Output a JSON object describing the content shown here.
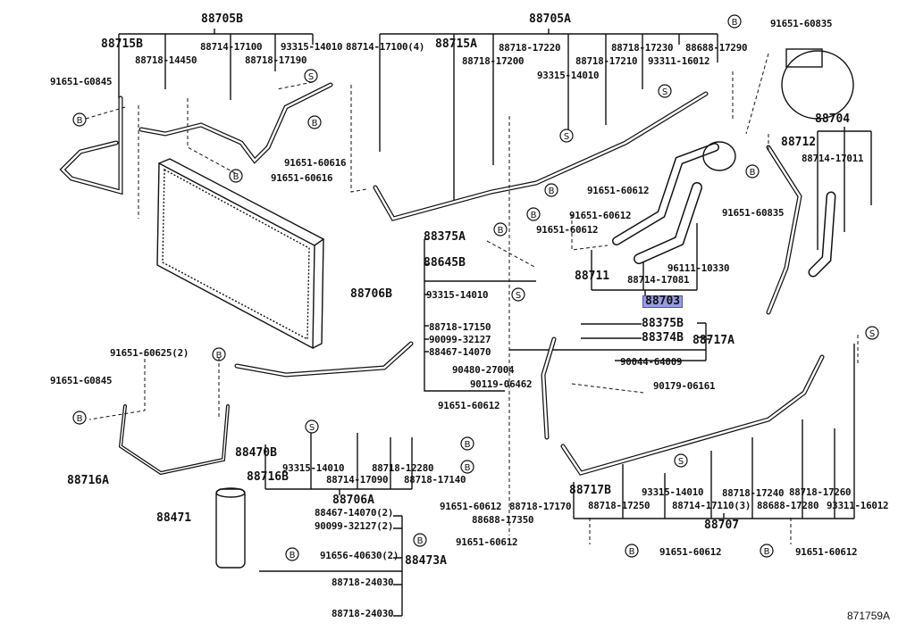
{
  "diagram_id": "871759A",
  "highlighted_part": "88703",
  "highlight_color": "#9a9ae0",
  "symbols": {
    "B": "B",
    "S": "S"
  },
  "labels": [
    "88705B",
    "88715B",
    "88714-17100",
    "93315-14010",
    "88714-17100(4)",
    "88718-14450",
    "88718-17190",
    "91651-G0845",
    "91651-60616",
    "91651-60616",
    "88705A",
    "88715A",
    "88718-17220",
    "88718-17200",
    "88718-17230",
    "88688-17290",
    "88718-17210",
    "93311-16012",
    "93315-14010",
    "91651-60835",
    "88704",
    "88712",
    "88714-17011",
    "91651-60612",
    "91651-60612",
    "91651-60835",
    "91651-60612",
    "88375A",
    "88645B",
    "88706B",
    "93315-14010",
    "88711",
    "96111-10330",
    "88714-17081",
    "88703",
    "88718-17150",
    "90099-32127",
    "88467-14070",
    "88375B",
    "88374B",
    "88717A",
    "90480-27004",
    "90044-64009",
    "90119-06462",
    "90179-06161",
    "91651-60625(2)",
    "91651-G0845",
    "91651-60612",
    "88470B",
    "88716A",
    "88716B",
    "93315-14010",
    "88714-17090",
    "88718-12280",
    "88718-17140",
    "88706A",
    "88471",
    "88467-14070(2)",
    "90099-32127(2)",
    "91656-40630(2)",
    "88473A",
    "88718-24030",
    "88718-24030",
    "91651-60612",
    "88688-17350",
    "88718-17170",
    "91651-60612",
    "88717B",
    "88718-17250",
    "93315-14010",
    "88714-17110(3)",
    "88718-17240",
    "88688-17280",
    "88718-17260",
    "93311-16012",
    "88707",
    "91651-60612",
    "91651-60612"
  ]
}
